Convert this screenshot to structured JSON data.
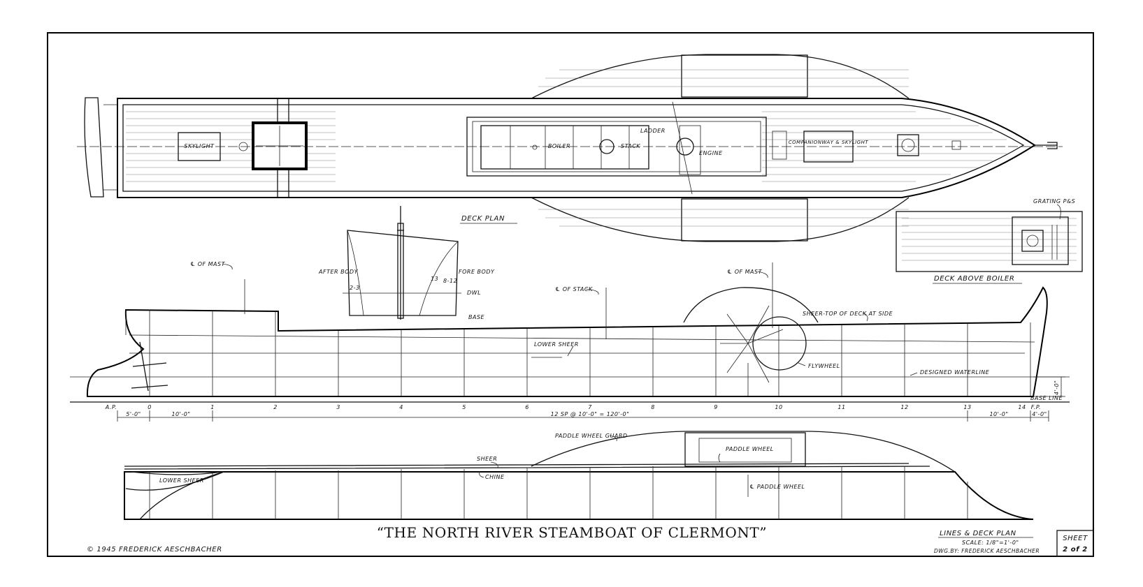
{
  "title": "“THE NORTH RIVER STEAMBOAT OF CLERMONT”",
  "copyright": "© 1945 FREDERICK AESCHBACHER",
  "title_block": {
    "drawing_name": "LINES & DECK PLAN",
    "scale": "SCALE: 1/8\"=1'-0\"",
    "drawn_by": "DWG.BY: FREDERICK AESCHBACHER",
    "sheet_label": "SHEET",
    "sheet_number": "2 of 2"
  },
  "deck_plan": {
    "caption": "DECK PLAN",
    "labels": {
      "skylight": "SKYLIGHT",
      "boiler": "BOILER",
      "stack": "STACK",
      "ladder": "LADDER",
      "engine": "ENGINE",
      "companionway": "COMPANIONWAY & SKYLIGHT"
    }
  },
  "deck_above_boiler": {
    "caption": "DECK ABOVE BOILER",
    "grating": "GRATING P&S"
  },
  "body_plan": {
    "after_body": "AFTER BODY",
    "fore_body": "FORE BODY",
    "dwl": "DWL",
    "base": "BASE",
    "left_mark": "2-3",
    "right_mark": "8-12",
    "center_mark": "13"
  },
  "profile": {
    "mast_aft": "℄ OF MAST",
    "mast_fwd": "℄ OF MAST",
    "stack": "℄ OF STACK",
    "sheer_note": "SHEER-TOP OF DECK AT SIDE",
    "lower_sheer": "LOWER SHEER",
    "flywheel": "FLYWHEEL",
    "dwl": "DESIGNED WATERLINE",
    "base_line": "BASE LINE",
    "draft": "4'-0\"",
    "stations": [
      "A.P.",
      "0",
      "1",
      "2",
      "3",
      "4",
      "5",
      "6",
      "7",
      "8",
      "9",
      "10",
      "11",
      "12",
      "13",
      "14",
      "F.P."
    ],
    "dims": {
      "aft_overhang": "5'-0\"",
      "aft_spacing": "10'-0\"",
      "main_spacing": "12 SP @ 10'-0\" = 120'-0\"",
      "fwd_spacing": "10'-0\"",
      "fwd_overhang": "4'-0\""
    }
  },
  "half_breadth": {
    "paddle_wheel_guard": "PADDLE WHEEL GUARD",
    "paddle_wheel": "PADDLE WHEEL",
    "sheer": "SHEER",
    "chine": "CHINE",
    "lower_sheer": "LOWER SHEER",
    "paddle_center": "℄ PADDLE WHEEL"
  }
}
